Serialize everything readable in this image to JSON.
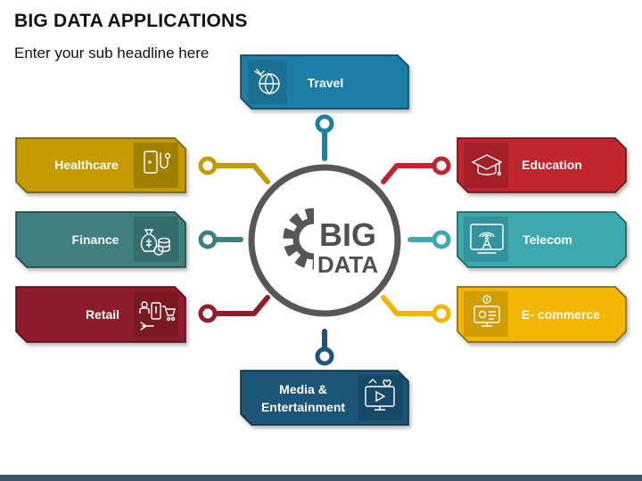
{
  "header": {
    "title": "BIG DATA APPLICATIONS",
    "subtitle": "Enter your sub headline here"
  },
  "hub": {
    "line1": "BIG",
    "line2": "DATA"
  },
  "colors": {
    "teal_blue": "#1e7ea6",
    "gold": "#c49a00",
    "slate_teal": "#3f7f7f",
    "maroon": "#8f1e29",
    "red": "#c0252f",
    "light_teal": "#3ba9ae",
    "yellow": "#f2b600",
    "navy": "#1c5577",
    "hub_gray": "#505050"
  },
  "applications": [
    {
      "key": "travel",
      "label": "Travel",
      "icon": "globe-plane-icon",
      "color": "#1e7ea6"
    },
    {
      "key": "healthcare",
      "label": "Healthcare",
      "icon": "mobile-stethoscope-icon",
      "color": "#c49a00"
    },
    {
      "key": "finance",
      "label": "Finance",
      "icon": "money-bag-coins-icon",
      "color": "#3f7f7f"
    },
    {
      "key": "retail",
      "label": "Retail",
      "icon": "shopping-cart-icon",
      "color": "#8f1e29"
    },
    {
      "key": "education",
      "label": "Education",
      "icon": "graduation-cap-icon",
      "color": "#c0252f"
    },
    {
      "key": "telecom",
      "label": "Telecom",
      "icon": "signal-tower-icon",
      "color": "#3ba9ae"
    },
    {
      "key": "ecommerce",
      "label": "E- commerce",
      "icon": "online-payment-icon",
      "color": "#f2b600"
    },
    {
      "key": "media",
      "label_line1": "Media &",
      "label_line2": "Entertainment",
      "icon": "media-screen-icon",
      "color": "#1c5577"
    }
  ]
}
